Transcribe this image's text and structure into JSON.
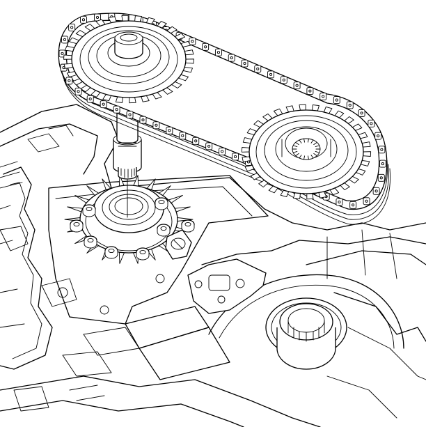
{
  "figure": {
    "style": "black line art on white",
    "components": [
      "drive-chain",
      "drive-sprocket",
      "driven-sprocket",
      "front-output-shaft",
      "output-shaft-bearing",
      "rear-output-bearing",
      "transfer-case-housing",
      "mounting-bolts"
    ]
  }
}
